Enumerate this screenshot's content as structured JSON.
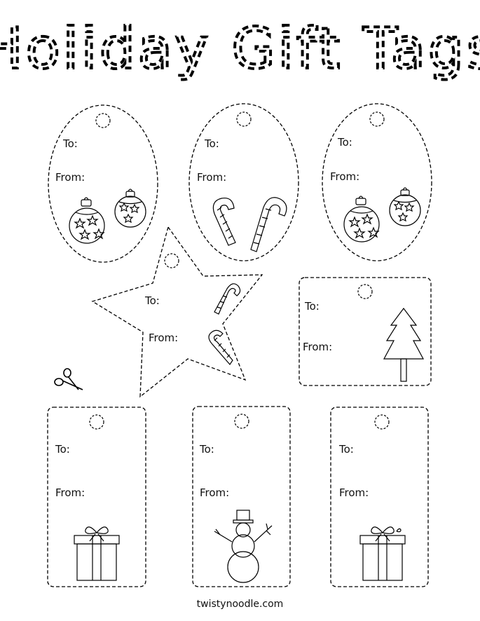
{
  "title": "Holiday Gift Tags",
  "footer": "twistynoodle.com",
  "tags": [
    {
      "to_label": "To:",
      "from_label": "From:",
      "art": "ornaments"
    },
    {
      "to_label": "To:",
      "from_label": "From:",
      "art": "candy-canes"
    },
    {
      "to_label": "To:",
      "from_label": "From:",
      "art": "ornaments"
    },
    {
      "to_label": "To:",
      "from_label": "From:",
      "art": "candy-canes"
    },
    {
      "to_label": "To:",
      "from_label": "From:",
      "art": "christmas-tree"
    },
    {
      "to_label": "To:",
      "from_label": "From:",
      "art": "gift-box"
    },
    {
      "to_label": "To:",
      "from_label": "From:",
      "art": "snowman"
    },
    {
      "to_label": "To:",
      "from_label": "From:",
      "art": "gift-box"
    }
  ]
}
